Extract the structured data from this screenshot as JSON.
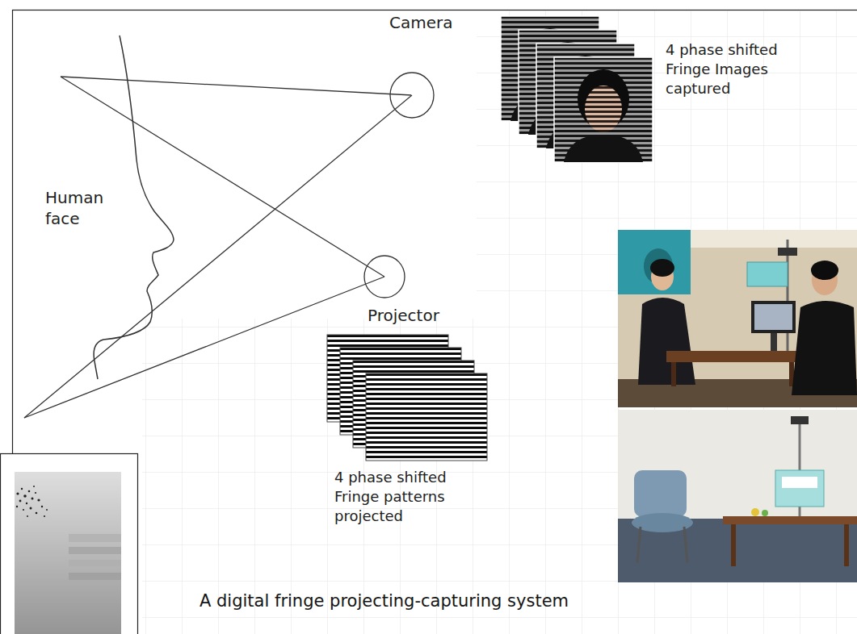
{
  "diagram": {
    "caption": "A digital fringe projecting-capturing system",
    "nodes": [
      {
        "text": [
          "Camera"
        ]
      },
      {
        "text": [
          "Projector"
        ]
      }
    ],
    "labels": [
      "4 phase shifted Fringe Images captured",
      "Human face",
      "4 phase shifted Fringe patterns projected"
    ]
  }
}
